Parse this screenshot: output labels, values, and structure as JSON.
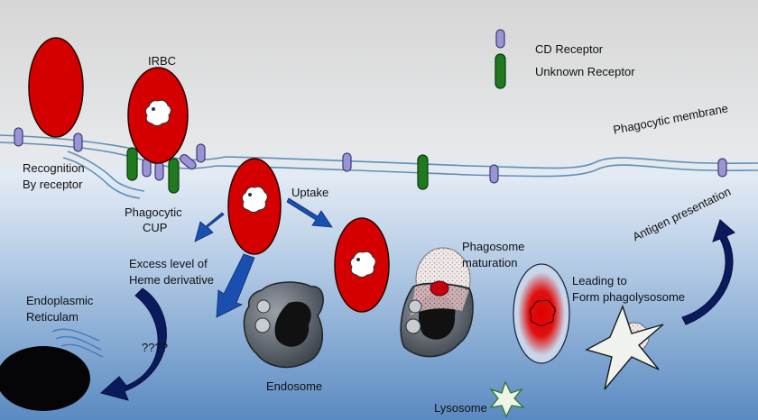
{
  "legend": {
    "cd_receptor": "CD Receptor",
    "unknown_receptor": "Unknown Receptor"
  },
  "labels": {
    "irbc": "IRBC",
    "phagocytic_membrane": "Phagocytic membrane",
    "recognition_line1": "Recognition",
    "recognition_line2": "By receptor",
    "phagocytic_cup_line1": "Phagocytic",
    "phagocytic_cup_line2": "CUP",
    "uptake": "Uptake",
    "excess_line1": "Excess level of",
    "excess_line2": "Heme derivative",
    "er_line1": "Endoplasmic",
    "er_line2": "Reticulam",
    "unknown": "????",
    "endosome": "Endosome",
    "phagosome_line1": "Phagosome",
    "phagosome_line2": "maturation",
    "leading_line1": "Leading to",
    "leading_line2": "Form phagolysosome",
    "antigen_presentation": "Antigen presentation",
    "lysosome": "Lysosome"
  },
  "colors": {
    "rbc_red": "#d40000",
    "cd_receptor": "#9a94d6",
    "unknown_receptor": "#1f7a1f",
    "arrow_blue": "#1a4fb0",
    "dark_navy": "#0a1a5c"
  }
}
